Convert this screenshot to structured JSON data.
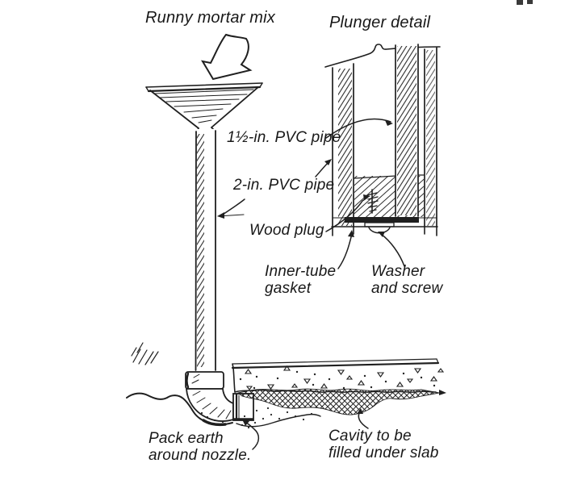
{
  "figure": {
    "background": "#ffffff",
    "ink_color": "#1f1f1f",
    "labels": {
      "runny_mortar_mix": "Runny mortar mix",
      "plunger_detail": "Plunger detail",
      "pvc_pipe_1_5": "1½-in. PVC pipe",
      "pvc_pipe_2": "2-in. PVC pipe",
      "wood_plug": "Wood plug",
      "inner_tube_gasket": "Inner-tube\ngasket",
      "washer_and_screw": "Washer\nand screw",
      "pack_earth": "Pack earth\naround nozzle.",
      "cavity": "Cavity to be\nfilled under slab"
    }
  }
}
